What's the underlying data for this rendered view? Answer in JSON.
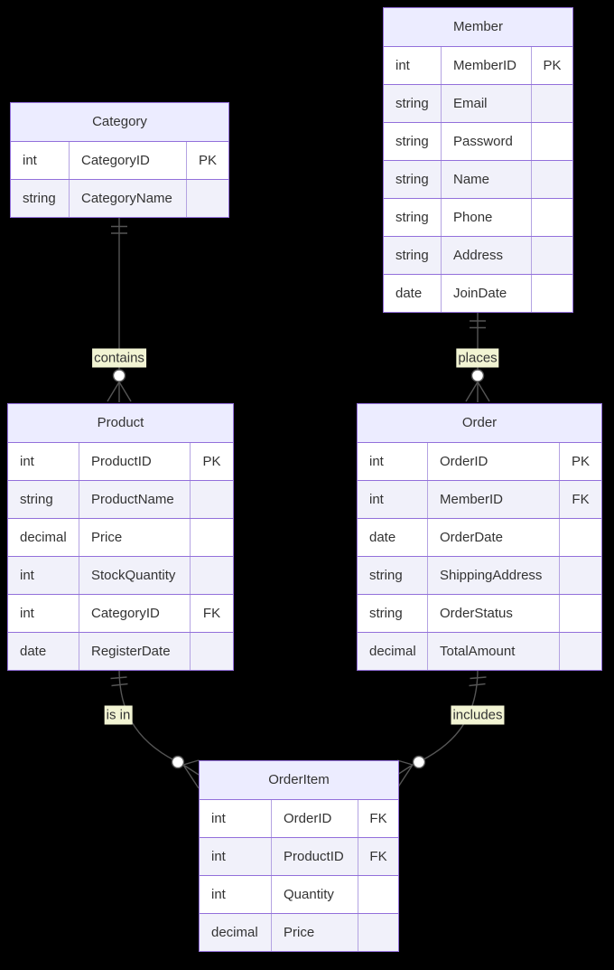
{
  "diagram": {
    "type": "entity-relationship",
    "background": "#000000",
    "colors": {
      "entity_header_fill": "#ECECFF",
      "row_odd_fill": "#ffffff",
      "row_even_fill": "#f1f1fa",
      "entity_border": "#9370DB",
      "relationship_line": "#555555",
      "relationship_label_bg": "#f2f4d3",
      "text": "#333333"
    },
    "entities": [
      {
        "name": "Member",
        "rows": [
          {
            "type": "int",
            "name": "MemberID",
            "key": "PK"
          },
          {
            "type": "string",
            "name": "Email",
            "key": ""
          },
          {
            "type": "string",
            "name": "Password",
            "key": ""
          },
          {
            "type": "string",
            "name": "Name",
            "key": ""
          },
          {
            "type": "string",
            "name": "Phone",
            "key": ""
          },
          {
            "type": "string",
            "name": "Address",
            "key": ""
          },
          {
            "type": "date",
            "name": "JoinDate",
            "key": ""
          }
        ]
      },
      {
        "name": "Category",
        "rows": [
          {
            "type": "int",
            "name": "CategoryID",
            "key": "PK"
          },
          {
            "type": "string",
            "name": "CategoryName",
            "key": ""
          }
        ]
      },
      {
        "name": "Product",
        "rows": [
          {
            "type": "int",
            "name": "ProductID",
            "key": "PK"
          },
          {
            "type": "string",
            "name": "ProductName",
            "key": ""
          },
          {
            "type": "decimal",
            "name": "Price",
            "key": ""
          },
          {
            "type": "int",
            "name": "StockQuantity",
            "key": ""
          },
          {
            "type": "int",
            "name": "CategoryID",
            "key": "FK"
          },
          {
            "type": "date",
            "name": "RegisterDate",
            "key": ""
          }
        ]
      },
      {
        "name": "Order",
        "rows": [
          {
            "type": "int",
            "name": "OrderID",
            "key": "PK"
          },
          {
            "type": "int",
            "name": "MemberID",
            "key": "FK"
          },
          {
            "type": "date",
            "name": "OrderDate",
            "key": ""
          },
          {
            "type": "string",
            "name": "ShippingAddress",
            "key": ""
          },
          {
            "type": "string",
            "name": "OrderStatus",
            "key": ""
          },
          {
            "type": "decimal",
            "name": "TotalAmount",
            "key": ""
          }
        ]
      },
      {
        "name": "OrderItem",
        "rows": [
          {
            "type": "int",
            "name": "OrderID",
            "key": "FK"
          },
          {
            "type": "int",
            "name": "ProductID",
            "key": "FK"
          },
          {
            "type": "int",
            "name": "Quantity",
            "key": ""
          },
          {
            "type": "decimal",
            "name": "Price",
            "key": ""
          }
        ]
      }
    ],
    "relationships": [
      {
        "from": "Category",
        "to": "Product",
        "label": "contains",
        "cardinality": "one to zero-or-many"
      },
      {
        "from": "Member",
        "to": "Order",
        "label": "places",
        "cardinality": "one to zero-or-many"
      },
      {
        "from": "Product",
        "to": "OrderItem",
        "label": "is in",
        "cardinality": "one to zero-or-many"
      },
      {
        "from": "Order",
        "to": "OrderItem",
        "label": "includes",
        "cardinality": "one to zero-or-many"
      }
    ]
  }
}
